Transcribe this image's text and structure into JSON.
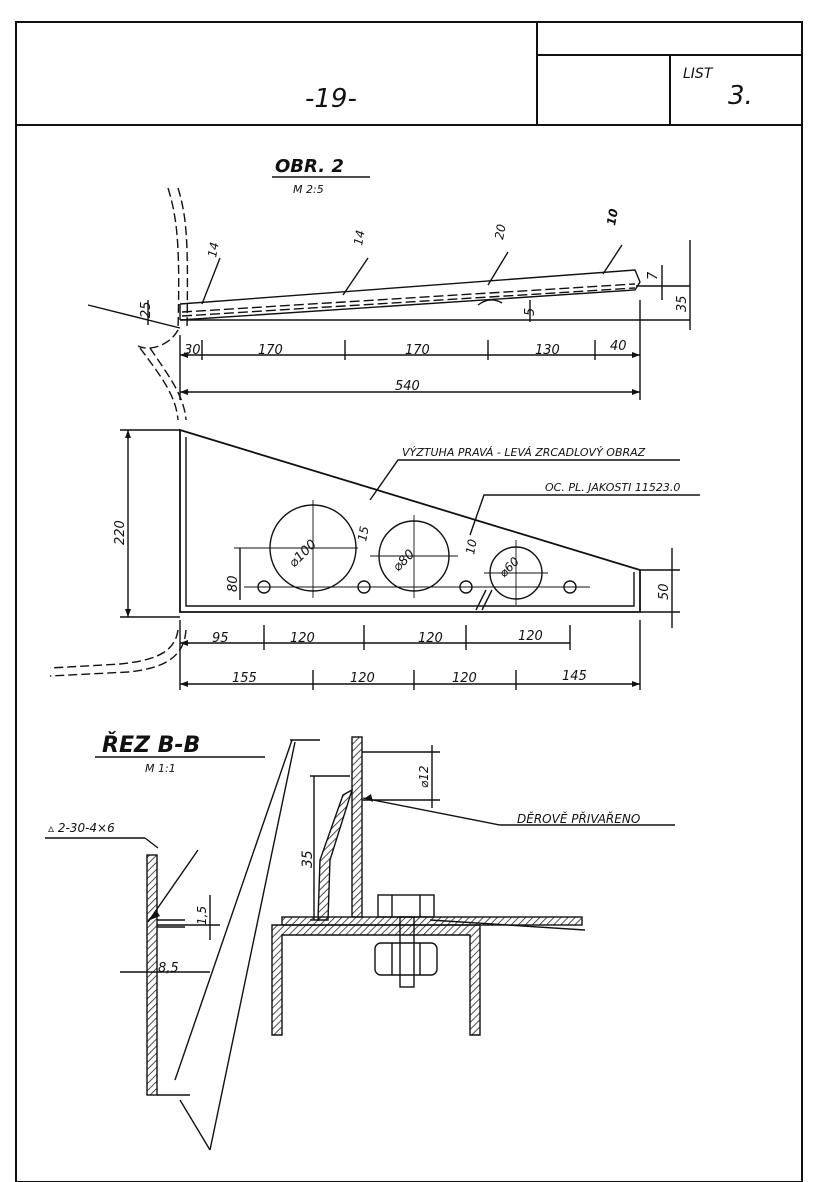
{
  "header": {
    "page_number": "-19-",
    "sheet_label": "LIST",
    "sheet_number": "3."
  },
  "figure_top": {
    "title": "OBR. 2",
    "scale": "M 2:5",
    "weld_marks": [
      "14",
      "14",
      "20",
      "10"
    ],
    "dims_h": [
      "30",
      "170",
      "170",
      "130",
      "40"
    ],
    "dim_total": "540",
    "dims_v": [
      "25",
      "5",
      "7",
      "35"
    ]
  },
  "figure_plate": {
    "note_material_side": "VÝZTUHA PRAVÁ - LEVÁ ZRCADLOVÝ OBRAZ",
    "note_material": "OC. PL. JAKOSTI 11523.0",
    "height_dim": "220",
    "right_height_dim": "50",
    "hole_height_dim": "80",
    "holes": [
      "⌀100",
      "⌀80",
      "⌀60"
    ],
    "small_dims": [
      "15",
      "10"
    ],
    "hole_spacing": [
      "95",
      "120",
      "120",
      "120"
    ],
    "bottom_spacing": [
      "155",
      "120",
      "120",
      "145"
    ]
  },
  "section": {
    "title": "ŘEZ B-B",
    "scale": "M 1:1",
    "weld_symbol": "▵ 2-30-4×6",
    "dim_15": "1,5",
    "dim_85": "8,5",
    "dim_35": "35",
    "dim_12": "⌀12",
    "weld_note": "DĚROVĚ PŘIVAŘENO"
  }
}
